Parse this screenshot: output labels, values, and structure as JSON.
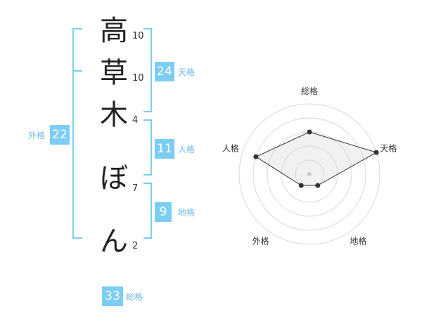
{
  "name": {
    "chars": [
      {
        "char": "高",
        "strokes": "10"
      },
      {
        "char": "草",
        "strokes": "10"
      },
      {
        "char": "木",
        "strokes": "4"
      },
      {
        "char": "ぼ",
        "strokes": "7"
      },
      {
        "char": "ん",
        "strokes": "2"
      }
    ]
  },
  "fortune": {
    "tenkaku": {
      "value": "24",
      "label": "天格"
    },
    "jinkaku": {
      "value": "11",
      "label": "人格"
    },
    "chikaku": {
      "value": "9",
      "label": "地格"
    },
    "gaikaku": {
      "value": "22",
      "label": "外格"
    },
    "soukaku": {
      "value": "33",
      "label": "総格"
    }
  },
  "colors": {
    "accent": "#7ccdf4",
    "accent_text": "#6cb8e4"
  },
  "radar": {
    "axes": [
      "総格",
      "天格",
      "地格",
      "外格",
      "人格"
    ],
    "levels": 5,
    "values": [
      3,
      5,
      1,
      1,
      4
    ],
    "max": 5
  }
}
